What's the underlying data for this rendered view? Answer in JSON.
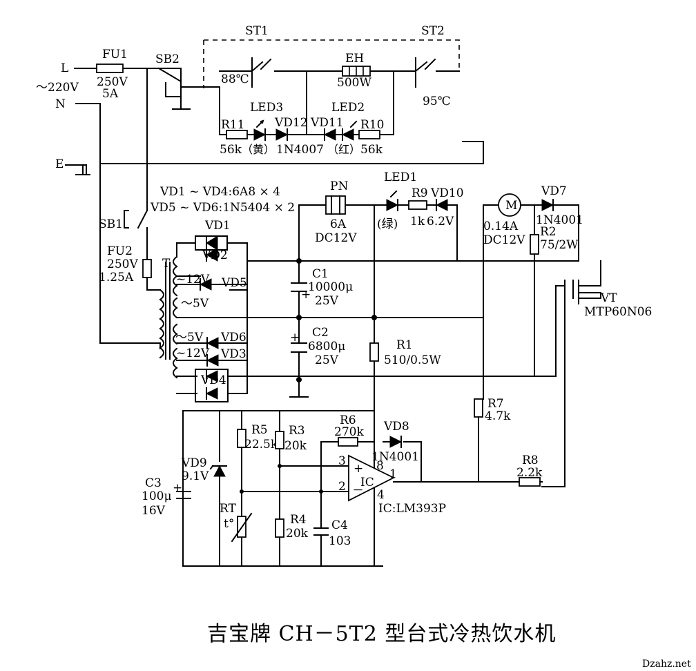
{
  "title": "吉宝牌 CH－5T2 型台式冷热饮水机",
  "watermark": "Dzahz.net",
  "power": {
    "l": "L",
    "n": "N",
    "e": "E",
    "voltage": "～220V"
  },
  "fu1": {
    "name": "FU1",
    "rating1": "250V",
    "rating2": "5A"
  },
  "sb2": "SB2",
  "st1": {
    "name": "ST1",
    "temp": "88℃"
  },
  "st2": {
    "name": "ST2",
    "temp": "95℃"
  },
  "eh": {
    "name": "EH",
    "power": "500W"
  },
  "led3": "LED3",
  "led2": "LED2",
  "led1": "LED1",
  "vd12": "VD12",
  "vd11": "VD11",
  "r11": {
    "name": "R11",
    "value": "56k",
    "color": "（黄）"
  },
  "r10": {
    "name": "R10",
    "value": "56k",
    "color": "（红）"
  },
  "diode_type": "1N4007",
  "note1": "VD1 ~ VD4:6A8 × 4",
  "note2": "VD5 ~ VD6:1N5404 × 2",
  "pn": {
    "name": "PN",
    "rating1": "6A",
    "rating2": "DC12V"
  },
  "led1_color": "(绿)",
  "r9": {
    "name": "R9",
    "value": "1k"
  },
  "vd10": {
    "name": "VD10",
    "value": "6.2V"
  },
  "motor": {
    "symbol": "M",
    "current": "0.14A",
    "voltage": "DC12V"
  },
  "vd7": {
    "name": "VD7",
    "type": "1N4001"
  },
  "r2": {
    "name": "R2",
    "value": "75/2W"
  },
  "sb1": "SB1",
  "fu2": {
    "name": "FU2",
    "rating1": "250V",
    "rating2": "1.25A"
  },
  "transformer": {
    "name": "T",
    "w1": "~12V",
    "w2": "～5V",
    "w3": "～5V",
    "w4": "~12V"
  },
  "vd1": "VD1",
  "vd2": "VD2",
  "vd3": "VD3",
  "vd4": "VD4",
  "vd5": "VD5",
  "vd6": "VD6",
  "c1": {
    "name": "C1",
    "value": "10000μ",
    "voltage": "25V",
    "plus": "+"
  },
  "c2": {
    "name": "C2",
    "value": "6800μ",
    "voltage": "25V",
    "plus": "+"
  },
  "r1": {
    "name": "R1",
    "value": "510/0.5W"
  },
  "vt": {
    "name": "VT",
    "type": "MTP60N06"
  },
  "r7": {
    "name": "R7",
    "value": "4.7k"
  },
  "r8": {
    "name": "R8",
    "value": "2.2k"
  },
  "r6": {
    "name": "R6",
    "value": "270k"
  },
  "vd8": {
    "name": "VD8",
    "type": "1N4001"
  },
  "r5": {
    "name": "R5",
    "value": "22.5k"
  },
  "r3": {
    "name": "R3",
    "value": "20k"
  },
  "r4": {
    "name": "R4",
    "value": "20k"
  },
  "c4": {
    "name": "C4",
    "value": "103"
  },
  "vd9": {
    "name": "VD9",
    "value": "9.1V"
  },
  "c3": {
    "name": "C3",
    "value": "100μ",
    "voltage": "16V",
    "plus": "+"
  },
  "rt": {
    "name": "RT",
    "symbol": "t°"
  },
  "ic": {
    "name": "IC",
    "type": "IC:LM393P",
    "pin3": "3",
    "pin2": "2",
    "pin8": "8",
    "pin4": "4",
    "pin1": "1",
    "plus": "+",
    "minus": "－"
  }
}
